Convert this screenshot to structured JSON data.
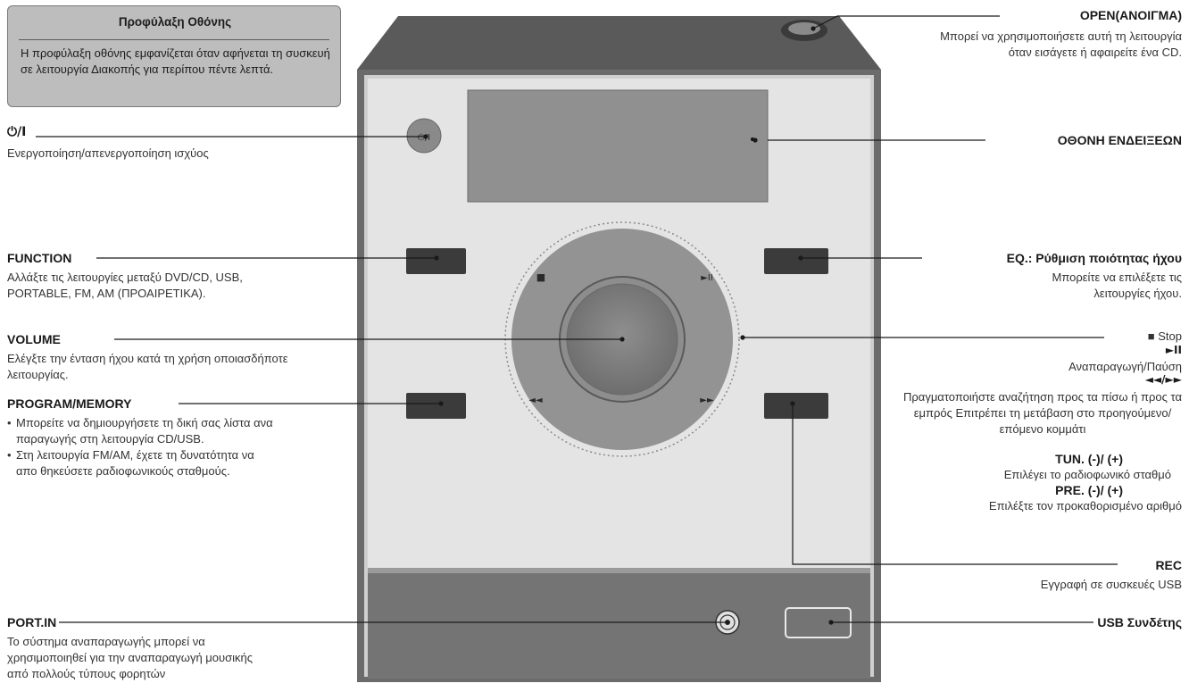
{
  "note": {
    "title": "Προφύλαξη Οθόνης",
    "text": "Η προφύλαξη οθόνης εμφανίζεται όταν αφήνεται τη συσκευή σε λειτουργία Διακοπής για περίπου πέντε λεπτά."
  },
  "device": {
    "power_symbol": "⏻/I",
    "stop_symbol": "■",
    "play_symbol": "►II",
    "rew_symbol": "◄◄",
    "ff_symbol": "►►"
  },
  "left": {
    "power": {
      "title": "⏻/I",
      "desc": "Ενεργοποίηση/απενεργοποίηση ισχύος"
    },
    "function": {
      "title": "FUNCTION",
      "desc": "Αλλάξτε τις λειτουργίες μεταξύ DVD/CD, USB, PORTABLE, FM, AM (ΠΡΟΑΙΡΕΤΙΚΑ)."
    },
    "volume": {
      "title": "VOLUME",
      "desc": "Ελέγξτε την ένταση ήχου κατά τη χρήση οποιασδήποτε λειτουργίας."
    },
    "program": {
      "title": "PROGRAM/MEMORY",
      "bullets": [
        "Μπορείτε να δημιουργήσετε τη δική σας λίστα ανα παραγωγής στη λειτουργία CD/USB.",
        "Στη λειτουργία FM/AM, έχετε τη δυνατότητα να απο θηκεύσετε ραδιοφωνικούς σταθμούς."
      ]
    },
    "port_in": {
      "title": "PORT.IN",
      "desc": "Το σύστημα αναπαραγωγής μπορεί να χρησιμοποιηθεί για την αναπαραγωγή μουσικής από πολλούς τύπους φορητών"
    }
  },
  "right": {
    "open": {
      "title": "OPEN(ΑΝΟΙΓΜΑ)",
      "desc": "Μπορεί να χρησιμοποιήσετε αυτή τη λειτουργία όταν εισάγετε ή αφαιρείτε ένα CD."
    },
    "display": {
      "title": "ΟΘΟΝΗ ΕΝΔΕΙΞΕΩΝ"
    },
    "eq": {
      "title": "EQ.: Ρύθμιση ποιότητας ήχου",
      "desc": "Μπορείτε να επιλέξετε τις λειτουργίες ήχου."
    },
    "stop": {
      "title": "■ Stop"
    },
    "play": {
      "title": "►II",
      "desc": "Αναπαραγωγή/Παύση"
    },
    "skip": {
      "title": "◄◄/►►",
      "desc": "Πραγματοποιήστε αναζήτηση προς τα πίσω ή προς τα εμπρός Επιτρέπει τη μετάβαση στο προηγούμενο/επόμενο κομμάτι"
    },
    "tun": {
      "title": "TUN. (-)/ (+)",
      "desc": "Επιλέγει το ραδιοφωνικό σταθμό"
    },
    "pre": {
      "title": "PRE. (-)/ (+)",
      "desc": "Επιλέξτε τον προκαθορισμένο αριθμό"
    },
    "rec": {
      "title": "REC",
      "desc": "Εγγραφή σε συσκευές USB"
    },
    "usb": {
      "title": "USB Συνδέτης"
    }
  }
}
